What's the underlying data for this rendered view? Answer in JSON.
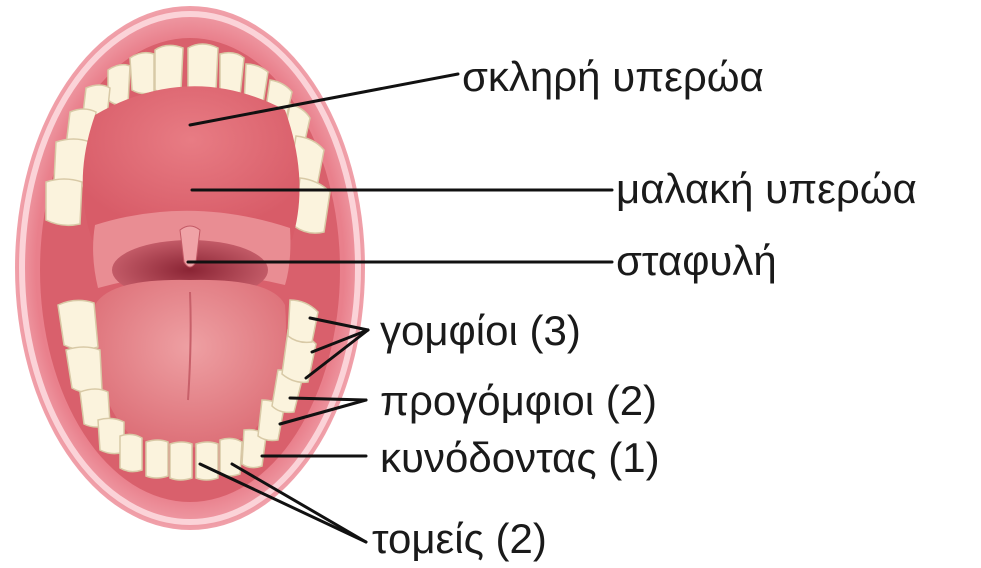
{
  "diagram": {
    "labels": {
      "hard_palate": "σκληρή υπερώα",
      "soft_palate": "μαλακή υπερώα",
      "uvula": "σταφυλή",
      "molars": "γομφίοι (3)",
      "premolars": "προγόμφιοι (2)",
      "canine": "κυνόδοντας (1)",
      "incisors": "τομείς (2)"
    },
    "colors": {
      "lip_outer": "#f2a3ac",
      "lip_inner": "#e8808c",
      "palate": "#e0707a",
      "throat": "#b8404e",
      "tongue": "#e58a90",
      "tooth": "#fbf3dd",
      "leader_line": "#111111"
    }
  }
}
